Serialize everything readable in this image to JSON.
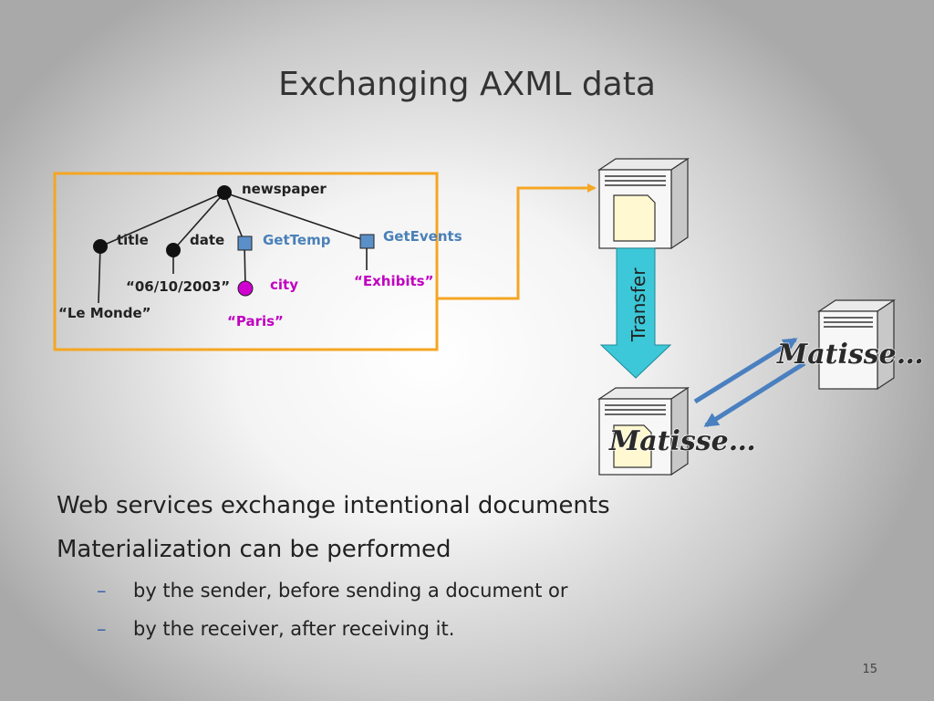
{
  "slide": {
    "title": "Exchanging AXML data",
    "page_number": "15"
  },
  "tree": {
    "root": "newspaper",
    "title_label": "title",
    "date_label": "date",
    "gettemp_label": "GetTemp",
    "getevents_label": "GetEvents",
    "le_monde": "“Le Monde”",
    "date_value": "“06/10/2003”",
    "city_label": "city",
    "paris": "“Paris”",
    "exhibits": "“Exhibits”"
  },
  "transfer": {
    "label": "Transfer"
  },
  "servers": {
    "receiver_label": "Matisse…",
    "remote_label": "Matisse…"
  },
  "colors": {
    "highlight_box": "#f5a623",
    "transfer_arrow": "#3cc8d8",
    "exchange_arrows": "#4a80c0",
    "service_call": "#4a80b8",
    "call_result": "#c000c0"
  },
  "bullets": [
    "Web services exchange intentional documents",
    "Materialization can be performed"
  ],
  "sub_bullets": [
    "by the sender, before sending a document or",
    "by the receiver, after receiving it."
  ]
}
